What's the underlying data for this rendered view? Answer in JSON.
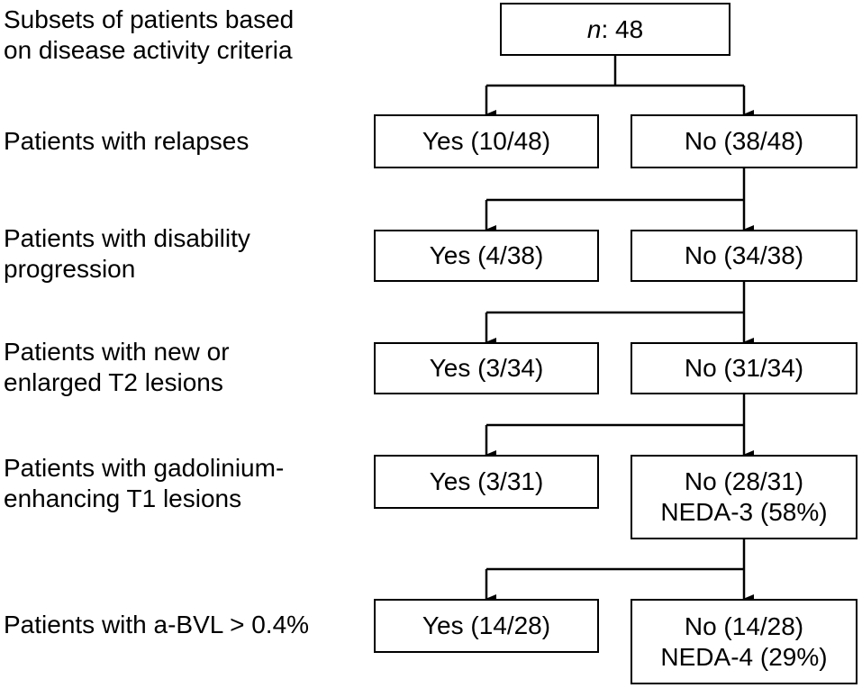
{
  "labels": {
    "subsets": [
      "Subsets of patients based",
      "on disease activity criteria"
    ],
    "relapses": [
      "Patients with relapses"
    ],
    "disability": [
      "Patients with disability",
      "progression"
    ],
    "t2": [
      "Patients with new or",
      "enlarged T2 lesions"
    ],
    "gad": [
      "Patients with gadolinium-",
      "enhancing T1 lesions"
    ],
    "bvl": [
      "Patients with a-BVL > 0.4%"
    ]
  },
  "root": {
    "n_symbol": "n",
    "n_value": ": 48"
  },
  "rows": [
    {
      "yes": [
        "Yes (10/48)"
      ],
      "no": [
        "No (38/48)"
      ]
    },
    {
      "yes": [
        "Yes (4/38)"
      ],
      "no": [
        "No (34/38)"
      ]
    },
    {
      "yes": [
        "Yes (3/34)"
      ],
      "no": [
        "No (31/34)"
      ]
    },
    {
      "yes": [
        "Yes (3/31)"
      ],
      "no": [
        "No (28/31)",
        "NEDA-3 (58%)"
      ]
    },
    {
      "yes": [
        "Yes (14/28)"
      ],
      "no": [
        "No (14/28)",
        "NEDA-4 (29%)"
      ]
    }
  ]
}
